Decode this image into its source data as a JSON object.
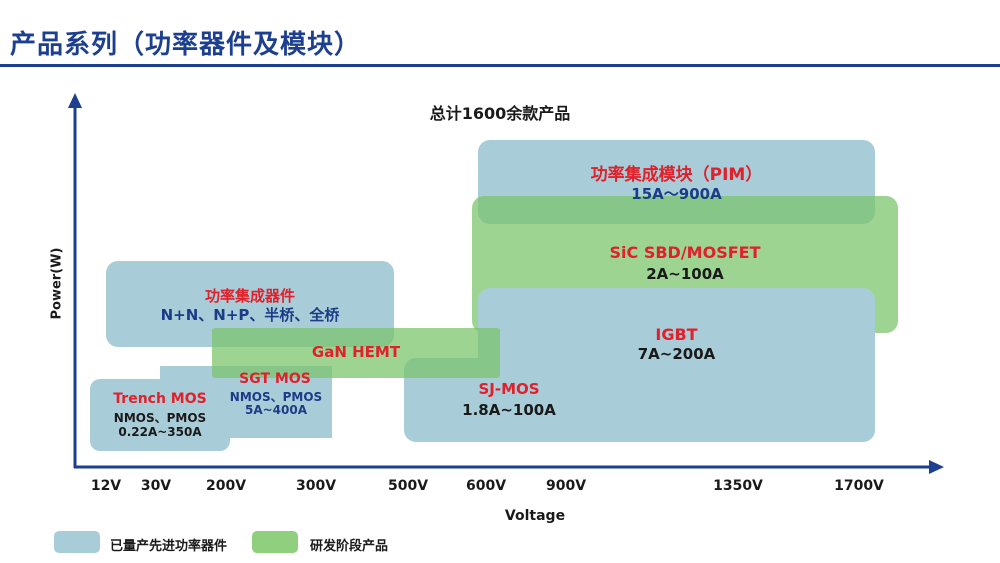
{
  "header": {
    "title": "产品系列（功率器件及模块）"
  },
  "diagram": {
    "title": "总计1600余款产品",
    "y_axis_label": "Power(W)",
    "x_axis_label": "Voltage",
    "x_ticks": [
      "12V",
      "30V",
      "200V",
      "300V",
      "500V",
      "600V",
      "900V",
      "1350V",
      "1700V"
    ]
  },
  "products": {
    "pim": {
      "name": "功率集成模块（PIM）",
      "range": "15A～900A"
    },
    "sic": {
      "name": "SiC SBD/MOSFET",
      "range": "2A~100A"
    },
    "integrated": {
      "name": "功率集成器件",
      "range": "N+N、N+P、半桥、全桥"
    },
    "gan": {
      "name": "GaN HEMT"
    },
    "igbt": {
      "name": "IGBT",
      "range": "7A~200A"
    },
    "sjmos": {
      "name": "SJ-MOS",
      "range": "1.8A~100A"
    },
    "sgt": {
      "name": "SGT MOS",
      "types": "NMOS、PMOS",
      "range": "5A~400A"
    },
    "trench": {
      "name": "Trench MOS",
      "types": "NMOS、PMOS",
      "range": "0.22A~350A"
    }
  },
  "legend": {
    "mass_production": "已量产先进功率器件",
    "in_development": "研发阶段产品"
  },
  "colors": {
    "mass_production": "#a9ccd9",
    "in_development": "#78c468",
    "title": "#1d3f8f",
    "product_name": "#e0202a"
  }
}
